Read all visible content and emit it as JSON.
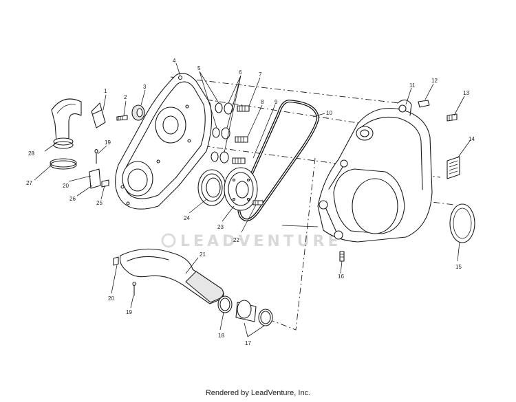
{
  "diagram": {
    "watermark": "LEADVENTURE",
    "credit": "Rendered by LeadVenture, Inc.",
    "callouts": [
      "1",
      "2",
      "3",
      "4",
      "5",
      "6",
      "7",
      "8",
      "9",
      "10",
      "11",
      "12",
      "13",
      "14",
      "15",
      "16",
      "17",
      "18",
      "19",
      "20",
      "21",
      "22",
      "23",
      "24",
      "25",
      "26",
      "27",
      "28",
      "19",
      "20"
    ]
  }
}
